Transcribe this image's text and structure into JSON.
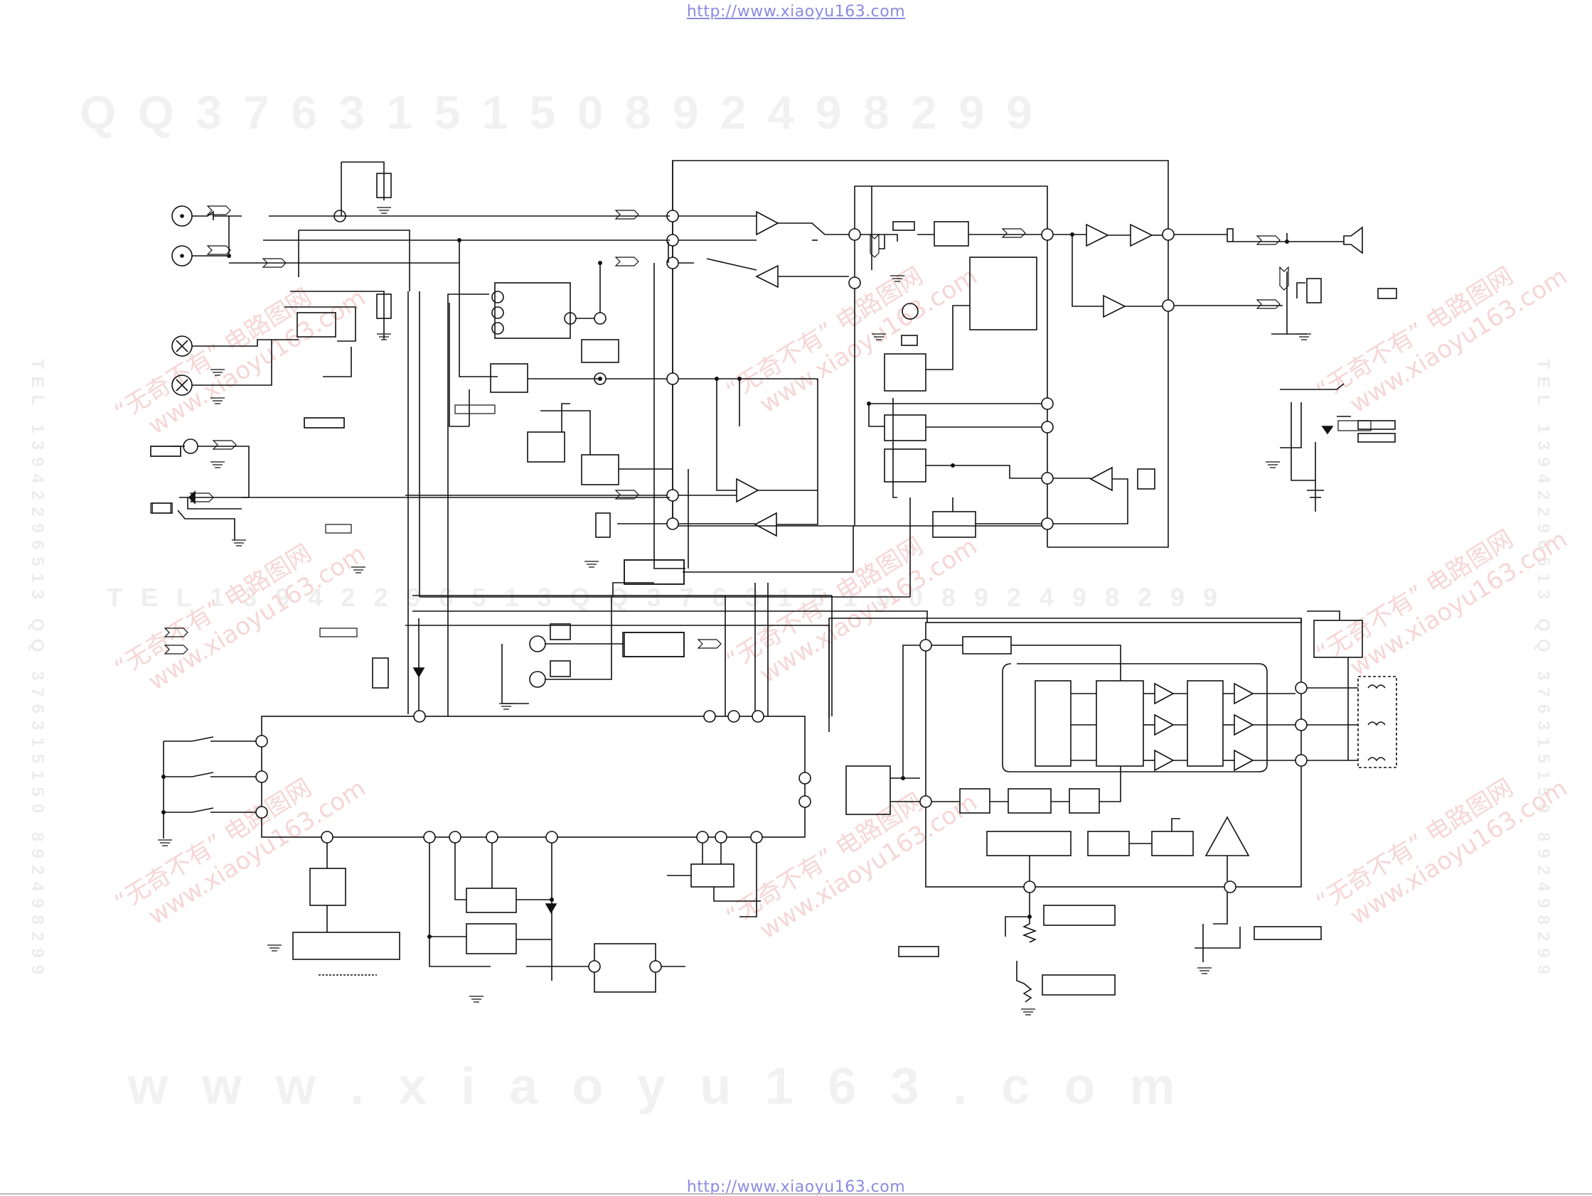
{
  "header": {
    "url_top": "http://www.xiaoyu163.com"
  },
  "footer": {
    "url_bottom": "http://www.xiaoyu163.com"
  },
  "watermarks": {
    "qq_line": "Q Q   3 7 6 3 1 5 1 5 0       8 9 2 4 9 8 2 9 9",
    "mid_line": "T E L   1 3 9 4 2 2 9 6 5 1 3   Q Q   3 7 6 3 1 5 1 5 0   8 9 2 4 9 8 2 9 9",
    "site_line": "w w w . x i a o y u 1 6 3 . c o m",
    "side_text": "TEL 13942296513 QQ 376315150 892498299",
    "stamp_cn": "“无奇不有” 电路图网",
    "stamp_url": "www.xiaoyu163.com"
  },
  "colors": {
    "line": "#111111",
    "watermark_grey": "#f1f1f1",
    "watermark_red": "#f6d6d6",
    "url": "#8a8ae0"
  }
}
